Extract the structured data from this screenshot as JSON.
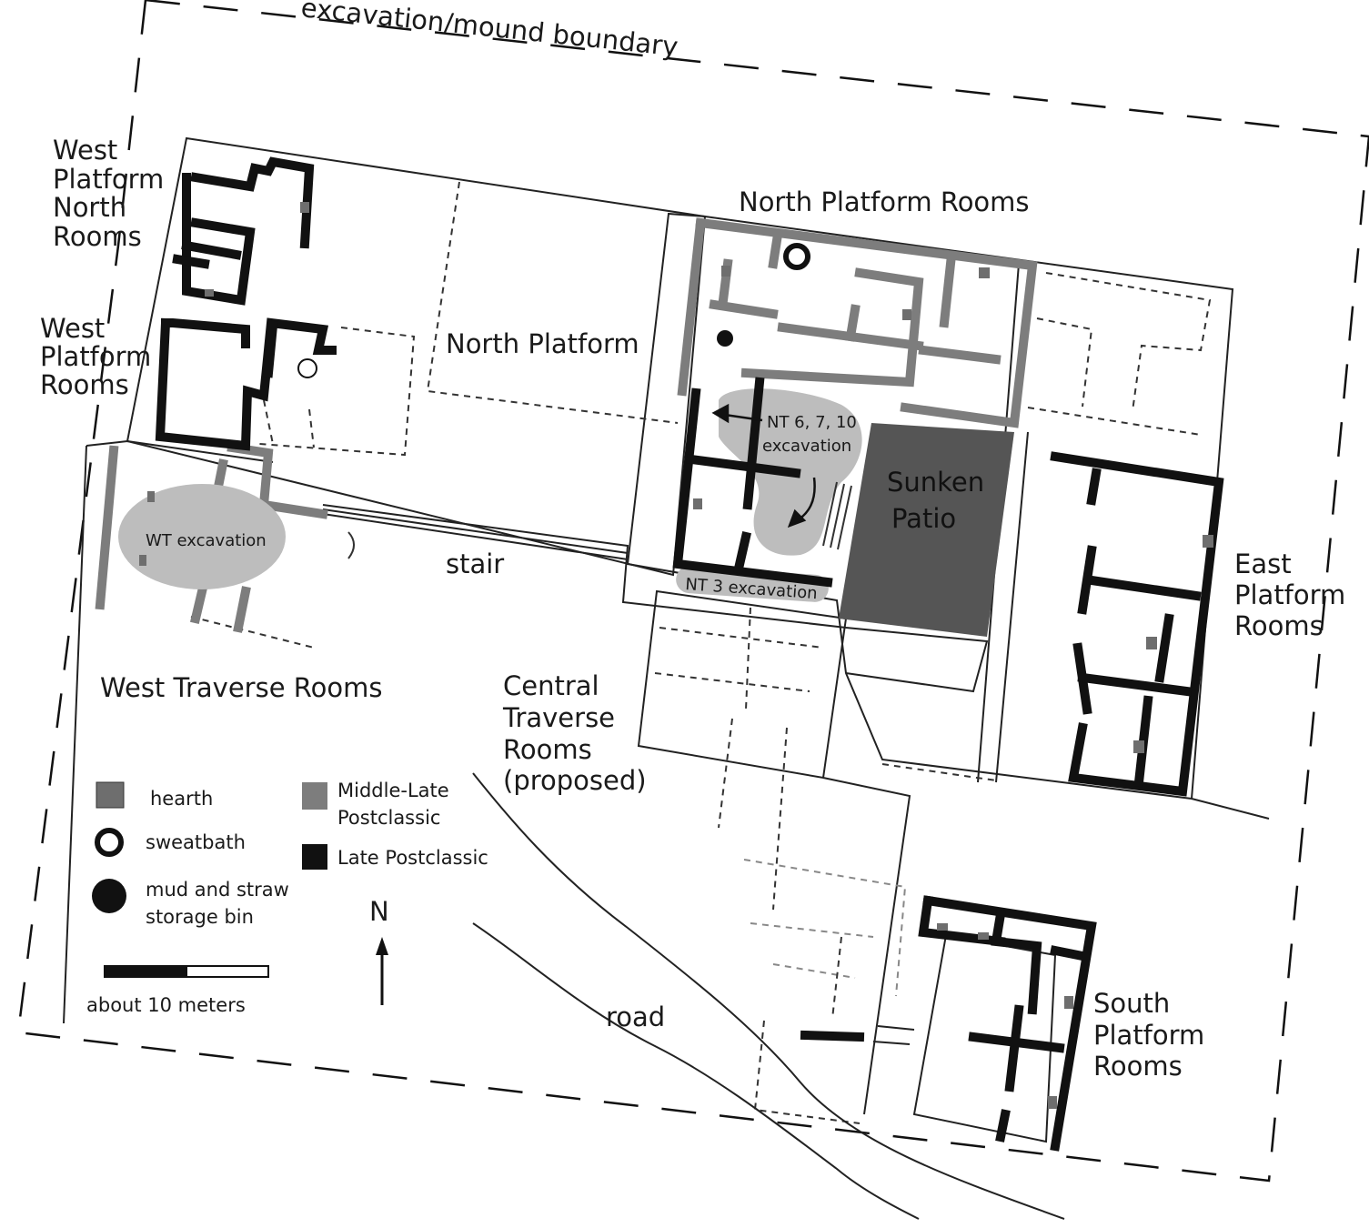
{
  "labels": {
    "boundary": "excavation/mound boundary",
    "west_platform_north_rooms": [
      "West",
      "Platform",
      "North",
      "Rooms"
    ],
    "west_platform_rooms": [
      "West",
      "Platform",
      "Rooms"
    ],
    "north_platform": "North Platform",
    "north_platform_rooms": "North Platform Rooms",
    "nt_excavation": [
      "NT 6, 7, 10",
      "excavation"
    ],
    "sunken_patio": [
      "Sunken",
      "Patio"
    ],
    "east_platform_rooms": [
      "East",
      "Platform",
      "Rooms"
    ],
    "wt_excavation": "WT excavation",
    "stair": "stair",
    "nt3_excavation": "NT 3 excavation",
    "west_traverse_rooms": "West Traverse Rooms",
    "central_traverse_rooms": [
      "Central",
      "Traverse",
      "Rooms",
      "(proposed)"
    ],
    "south_platform_rooms": [
      "South",
      "Platform",
      "Rooms"
    ],
    "road": "road"
  },
  "legend": {
    "items": [
      {
        "symbol": "square-gray",
        "label": [
          "hearth"
        ]
      },
      {
        "symbol": "ring",
        "label": [
          "sweatbath"
        ]
      },
      {
        "symbol": "dot",
        "label": [
          "mud and straw",
          "storage bin"
        ]
      },
      {
        "symbol": "square-mid",
        "label": [
          "Middle-Late",
          "Postclassic"
        ]
      },
      {
        "symbol": "square-late",
        "label": [
          "Late Postclassic"
        ]
      }
    ],
    "scale_label": "about 10 meters",
    "north_label": "N"
  },
  "colors": {
    "late_postclassic": "#111111",
    "middle_late_postclassic": "#7d7d7d",
    "hearth": "#6e6e6e",
    "excavation_area": "#bdbdbd",
    "sunken_patio": "#555555"
  }
}
